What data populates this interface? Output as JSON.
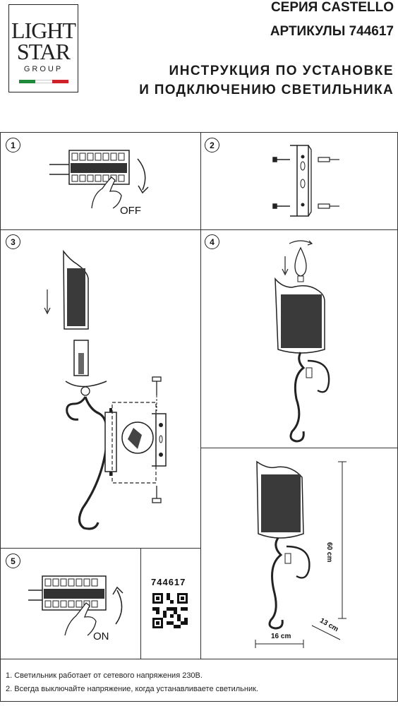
{
  "logo": {
    "line1": "LIGHT",
    "line2": "STAR",
    "line3": "GROUP",
    "flag_colors": [
      "#1f8a3c",
      "#ffffff",
      "#d0202a"
    ]
  },
  "header": {
    "series": "СЕРИЯ CASTELLO",
    "articles": "АРТИКУЛЫ 744617",
    "instruction_line1": "ИНСТРУКЦИЯ ПО УСТАНОВКЕ",
    "instruction_line2": "И ПОДКЛЮЧЕНИЮ СВЕТИЛЬНИКА"
  },
  "steps": [
    {
      "number": "1",
      "label": "OFF"
    },
    {
      "number": "2"
    },
    {
      "number": "3"
    },
    {
      "number": "4"
    },
    {
      "number": "5",
      "label": "ON"
    }
  ],
  "article_code": "744617",
  "dimensions": {
    "height": "60 cm",
    "width": "16 cm",
    "depth": "13 cm"
  },
  "notes": [
    "1. Светильник работает от сетевого напряжения 230В.",
    "2. Всегда выключайте напряжение, когда устанавливаете светильник."
  ]
}
